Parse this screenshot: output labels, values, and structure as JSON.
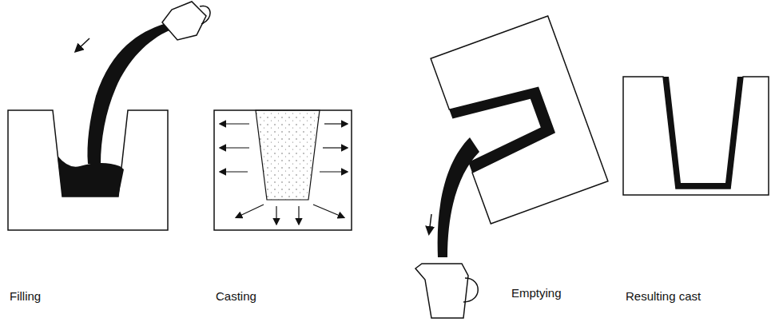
{
  "diagram": {
    "labels": [
      "Filling",
      "Casting",
      "Emptying",
      "Resulting cast"
    ]
  }
}
